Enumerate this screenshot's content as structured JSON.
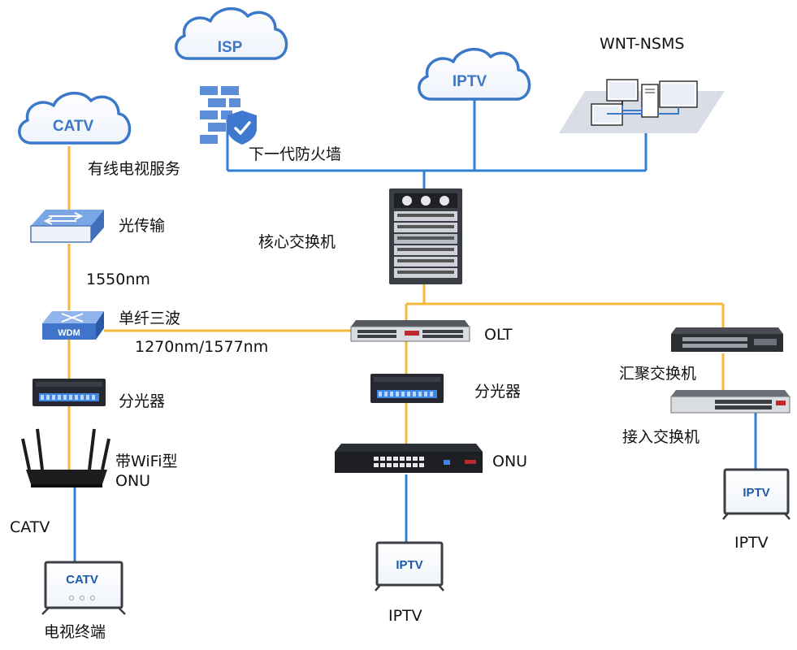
{
  "clouds": {
    "isp": "ISP",
    "catv": "CATV",
    "iptv": "IPTV"
  },
  "labels": {
    "wnt_nsms": "WNT-NSMS",
    "firewall": "下一代防火墙",
    "catv_service": "有线电视服务",
    "optical_transmission": "光传输",
    "core_switch": "核心交换机",
    "wavelength_1550": "1550nm",
    "single_fiber": "单纤三波",
    "wavelength_1270_1577": "1270nm/1577nm",
    "olt": "OLT",
    "splitter_left": "分光器",
    "splitter_mid": "分光器",
    "aggregation_switch": "汇聚交换机",
    "access_switch": "接入交换机",
    "wifi_onu_line1": "带WiFi型",
    "wifi_onu_line2": "ONU",
    "onu": "ONU",
    "catv_left": "CATV",
    "tv_terminal": "电视终端",
    "iptv_mid": "IPTV",
    "iptv_right": "IPTV"
  },
  "devices": {
    "wdm_label": "WDM",
    "tv_catv_screen": "CATV",
    "tv_mid_screen": "IPTV",
    "tv_right_screen": "IPTV"
  },
  "colors": {
    "ip_link": "#2f7fd4",
    "fiber_link": "#f2b93b",
    "cloud_stroke": "#3b78c8",
    "device_blue": "#5b8ed6"
  }
}
